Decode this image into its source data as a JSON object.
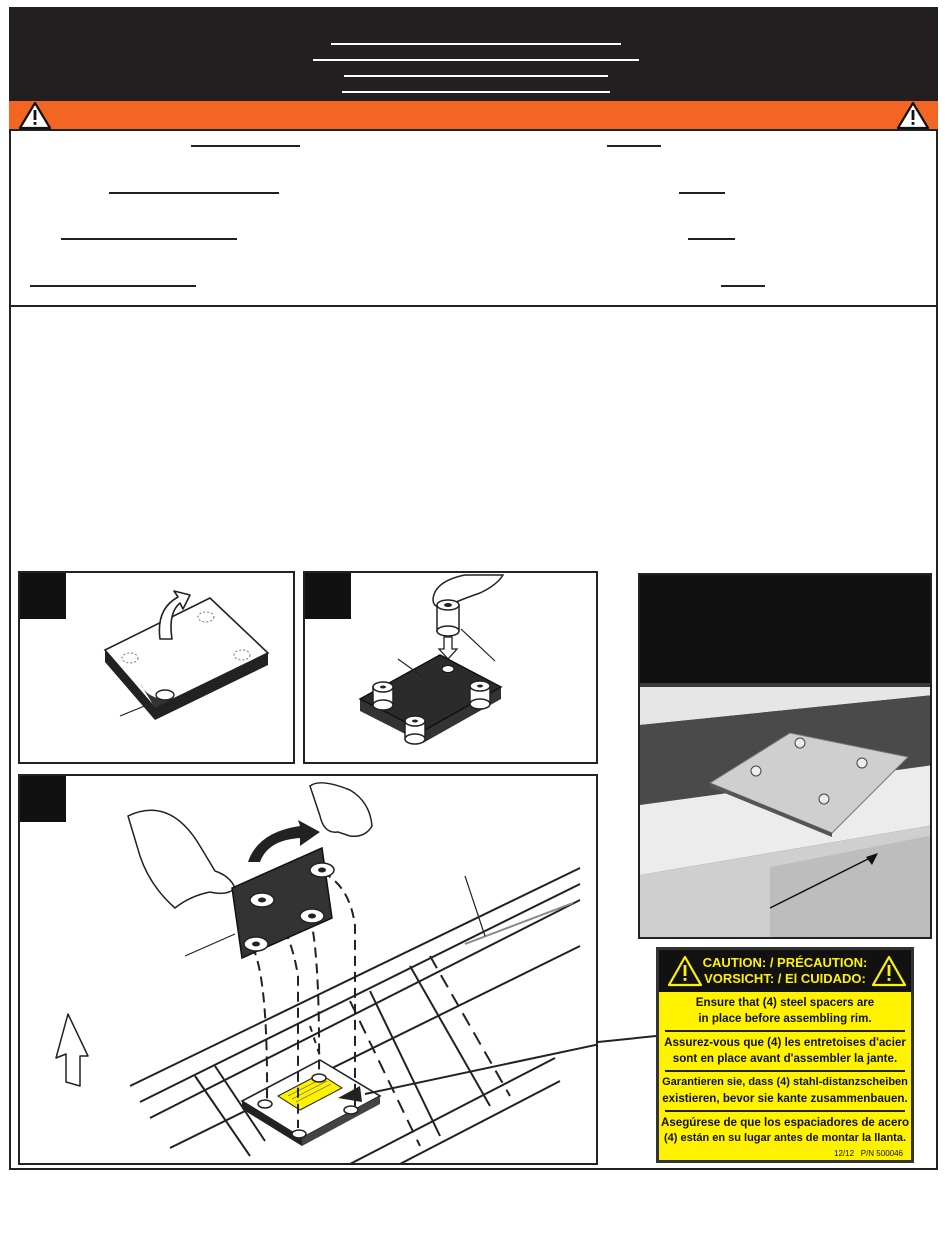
{
  "caution_label": {
    "heading_line1": "CAUTION: / PRÉCAUTION:",
    "heading_line2": "VORSICHT: / El CUIDADO:",
    "en_line1": "Ensure that (4) steel spacers are",
    "en_line2": "in place before assembling rim.",
    "fr_line1": "Assurez-vous que (4) les entretoises d'acier",
    "fr_line2": "sont en place avant d'assembler la jante.",
    "de_line1": "Garantieren sie, dass (4) stahl-distanzscheiben",
    "de_line2": "existieren, bevor sie kante zusammenbauen.",
    "es_line1": "Asegúrese de que los espaciadores de acero",
    "es_line2": "(4) están en su lugar antes de montar la llanta.",
    "date_code": "12/12",
    "part_number": "P/N 500046"
  },
  "colors": {
    "header_bg": "#231f20",
    "warning_bar": "#f26522",
    "label_yellow": "#fff200"
  },
  "icons": [
    "warning-triangle-icon",
    "up-arrow-icon",
    "curved-arrow-icon",
    "down-arrow-icon",
    "hand-icon"
  ]
}
